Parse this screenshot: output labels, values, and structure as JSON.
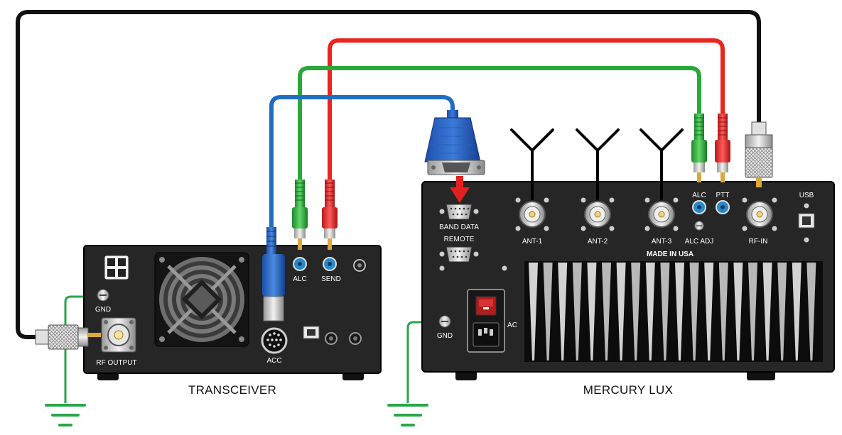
{
  "devices": {
    "transceiver": {
      "name": "TRANSCEIVER",
      "labels": {
        "gnd": "GND",
        "rf_output": "RF OUTPUT",
        "alc": "ALC",
        "send": "SEND",
        "acc": "ACC"
      }
    },
    "amplifier": {
      "name": "MERCURY LUX",
      "labels": {
        "band_data": "BAND DATA",
        "remote": "REMOTE",
        "ant1": "ANT-1",
        "ant2": "ANT-2",
        "ant3": "ANT-3",
        "alc": "ALC",
        "ptt": "PTT",
        "alc_adj": "ALC ADJ",
        "rf_in": "RF-IN",
        "usb": "USB",
        "made_in": "MADE IN USA",
        "ac": "AC",
        "gnd": "GND"
      }
    }
  },
  "cable_colors": {
    "rf": "#111111",
    "ptt": "#e8251f",
    "alc": "#2aa83a",
    "band_data": "#1f6fc0",
    "ground": "#2aa64a"
  }
}
